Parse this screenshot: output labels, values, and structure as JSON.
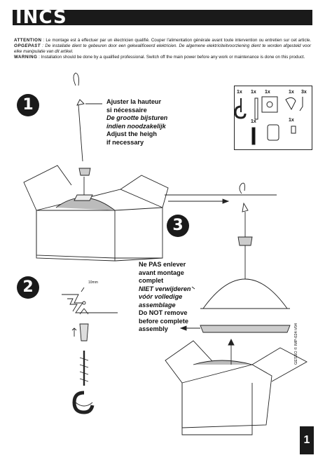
{
  "header": {
    "title": "INCS"
  },
  "warning": {
    "fr_label": "ATTENTION",
    "fr_text": " : Le montage est à effectuer par un électricien qualifié. Couper l'alimentation générale avant toute intervention ou entretien sur cet article. ",
    "nl_label": "OPGEPAST",
    "nl_text": " : De installatie dient te gebeuren door een gekwalificeerd elektricien. De algemene elektriciteitvoorziening dient te worden afgesteld voor elke manipulatie van dit artikel.",
    "en_label": "WARNING",
    "en_text": " : Installation should be done by a qualified professional. Switch off the main power before any work or maintenance is done on this product."
  },
  "step1": {
    "number": "1",
    "lines": [
      "Ajuster la hauteur",
      "si nécessaire",
      "De grootte bijsturen",
      "indien noodzakelijk",
      "Adjust the heigh",
      "if necessary"
    ]
  },
  "step2": {
    "number": "2",
    "dimension": "10mm"
  },
  "step3": {
    "number": "3",
    "lines": [
      "Ne PAS enlever",
      "avant montage",
      "complet",
      "NIET verwijderen",
      "vóór volledige",
      "assemblage",
      "Do NOT remove",
      "before complete",
      "assembly"
    ]
  },
  "parts": {
    "quantities": [
      "1x",
      "1x",
      "1x",
      "1x",
      "3x",
      "1x",
      "1x"
    ],
    "icons": [
      "hook-icon",
      "dowel-icon",
      "canopy-plate-icon",
      "cable-grip-icon",
      "screw-icon",
      "rod-icon",
      "terminal-block-icon"
    ]
  },
  "footer": {
    "page_number": "1",
    "reference": "GESSO © IMP-024-V04"
  }
}
